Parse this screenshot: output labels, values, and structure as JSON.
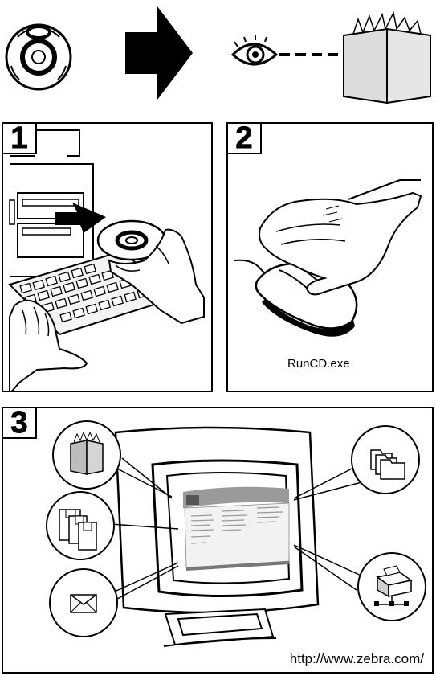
{
  "steps": [
    {
      "number": "1"
    },
    {
      "number": "2",
      "caption": "RunCD.exe"
    },
    {
      "number": "3",
      "url": "http://www.zebra.com/"
    }
  ],
  "icons": {
    "top_row": [
      "cd-disc-icon",
      "right-arrow-icon",
      "eye-icon",
      "open-book-icon"
    ],
    "step3_callouts": [
      "manual-book-icon",
      "floppy-disk-icon",
      "envelope-icon",
      "folders-icon",
      "printer-network-icon"
    ]
  },
  "colors": {
    "ink": "#000000",
    "paper": "#ffffff",
    "shade": "#d9d9d9"
  }
}
